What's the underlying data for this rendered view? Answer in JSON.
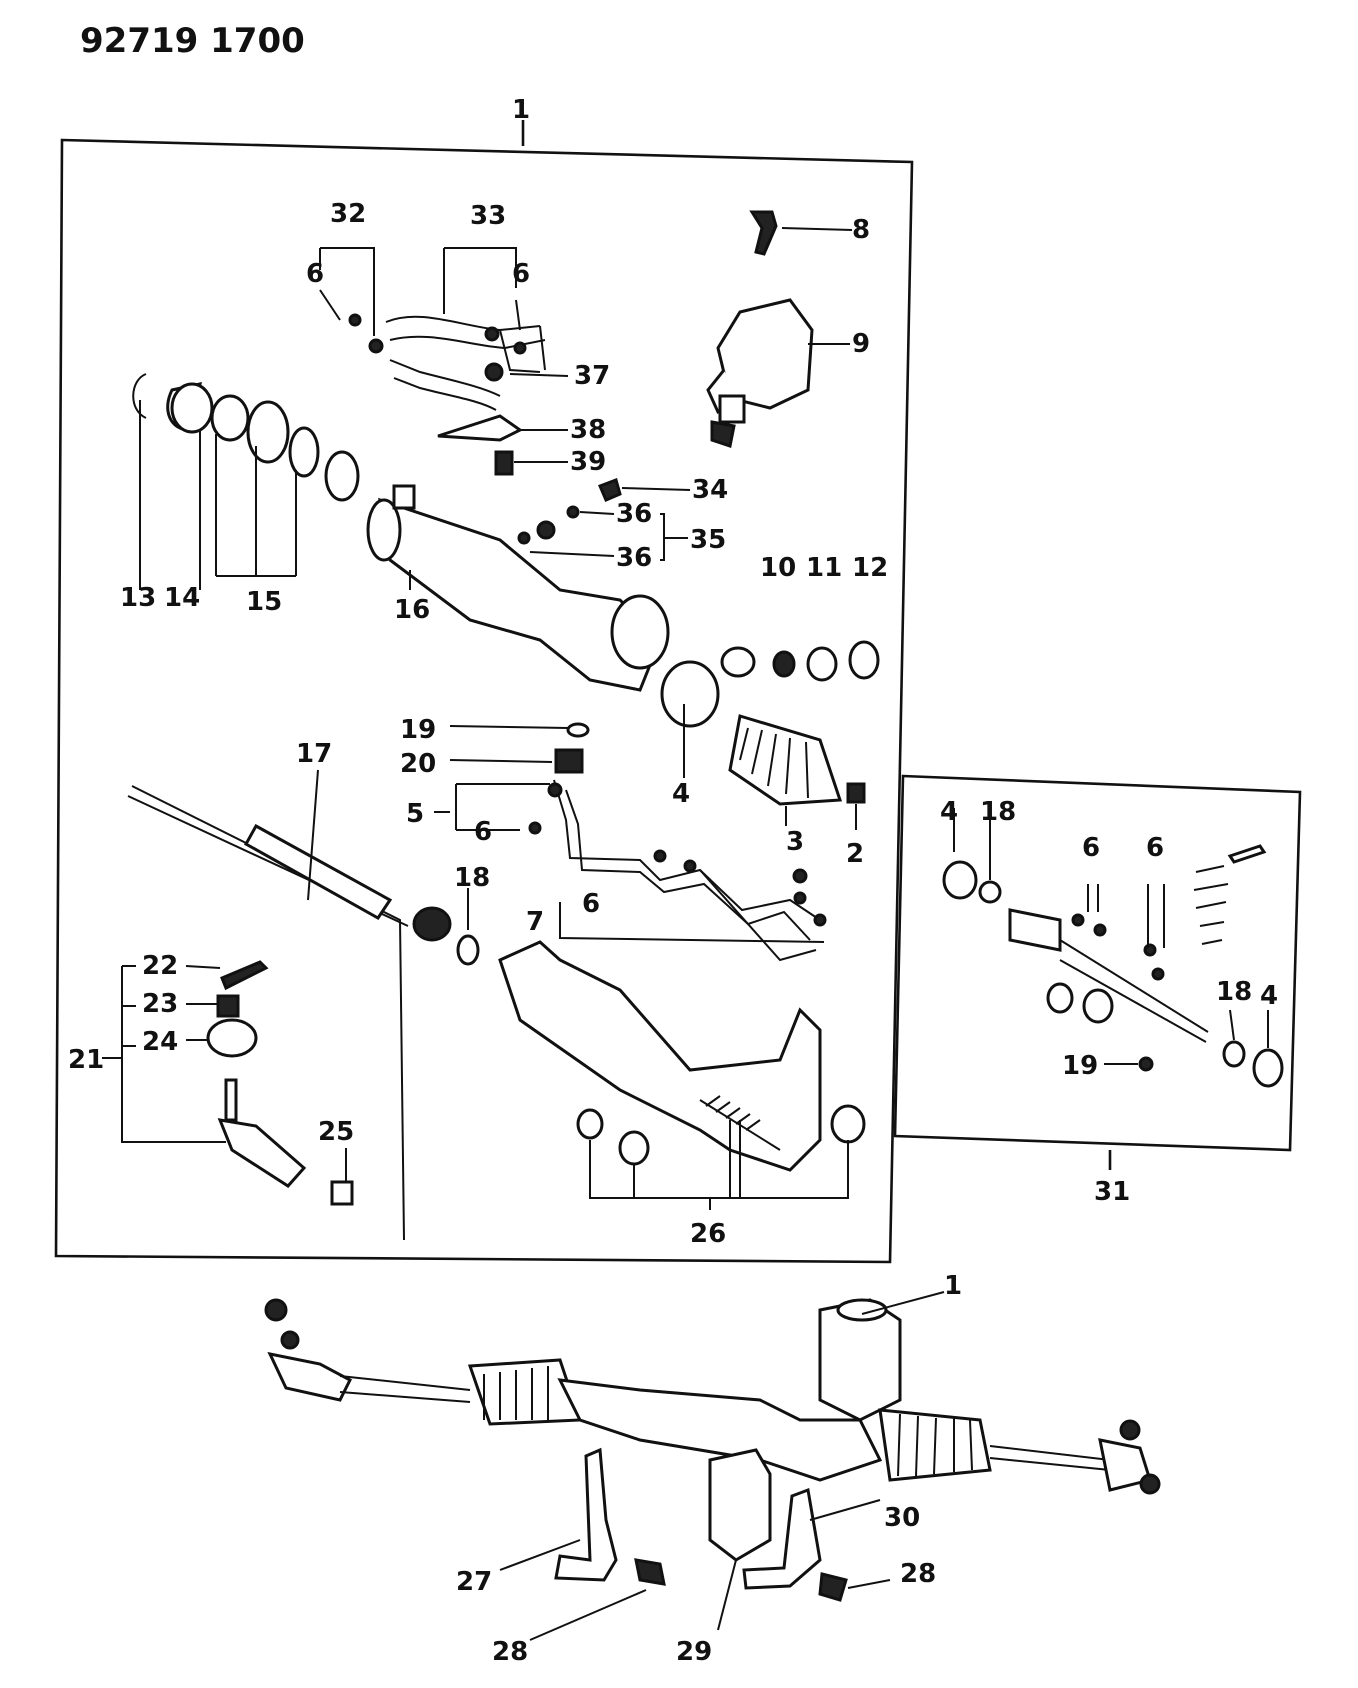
{
  "header": {
    "code": "92719 1700"
  },
  "labels": {
    "l1": "1",
    "l1b": "1",
    "l2": "2",
    "l3": "3",
    "l4a": "4",
    "l4b": "4",
    "l4c": "4",
    "l5": "5",
    "l6a": "6",
    "l6b": "6",
    "l6c": "6",
    "l6d": "6",
    "l6e": "6",
    "l6f": "6",
    "l7": "7",
    "l8": "8",
    "l9": "9",
    "l10": "10",
    "l11": "11",
    "l12": "12",
    "l13": "13",
    "l14": "14",
    "l15": "15",
    "l16": "16",
    "l17": "17",
    "l18a": "18",
    "l18b": "18",
    "l18c": "18",
    "l19a": "19",
    "l19b": "19",
    "l20": "20",
    "l21": "21",
    "l22": "22",
    "l23": "23",
    "l24": "24",
    "l25": "25",
    "l26": "26",
    "l27": "27",
    "l28a": "28",
    "l28b": "28",
    "l29": "29",
    "l30": "30",
    "l31": "31",
    "l32": "32",
    "l33": "33",
    "l34": "34",
    "l35": "35",
    "l36a": "36",
    "l36b": "36",
    "l37": "37",
    "l38": "38",
    "l39": "39"
  }
}
